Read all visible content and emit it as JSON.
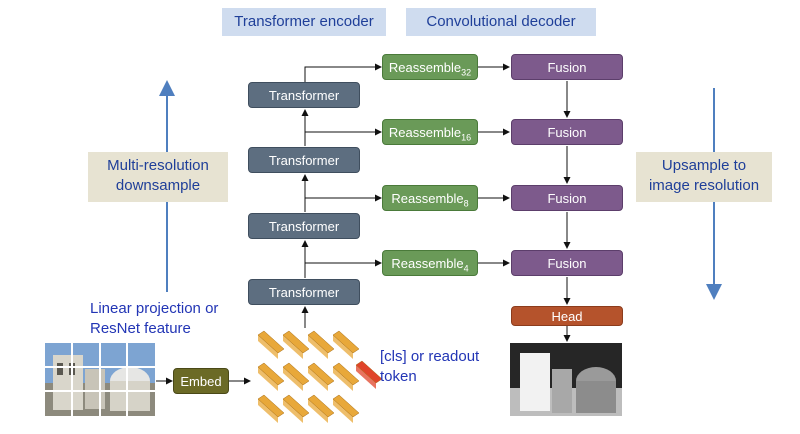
{
  "headers": {
    "encoder": "Transformer encoder",
    "decoder": "Convolutional decoder"
  },
  "transformers": [
    "Transformer",
    "Transformer",
    "Transformer",
    "Transformer"
  ],
  "reassemble": [
    {
      "label": "Reassemble",
      "sub": "32"
    },
    {
      "label": "Reassemble",
      "sub": "16"
    },
    {
      "label": "Reassemble",
      "sub": "8"
    },
    {
      "label": "Reassemble",
      "sub": "4"
    }
  ],
  "fusion": [
    "Fusion",
    "Fusion",
    "Fusion",
    "Fusion"
  ],
  "head": "Head",
  "embed": "Embed",
  "left_panel": {
    "line1": "Multi-resolution",
    "line2": "downsample"
  },
  "right_panel": {
    "line1": "Upsample to",
    "line2": "image resolution"
  },
  "input_note": {
    "line1": "Linear projection or",
    "line2": "ResNet feature"
  },
  "token_note": {
    "line1": "[cls] or readout",
    "line2": "token"
  },
  "colors": {
    "transformer": "#5d6e80",
    "reassemble": "#6a9a58",
    "fusion": "#7d5a8c",
    "head": "#b5532c",
    "embed": "#6b6a26",
    "token": "#e8a83a",
    "readout_token": "#e0442a",
    "side_arrow": "#4f7fbf"
  }
}
